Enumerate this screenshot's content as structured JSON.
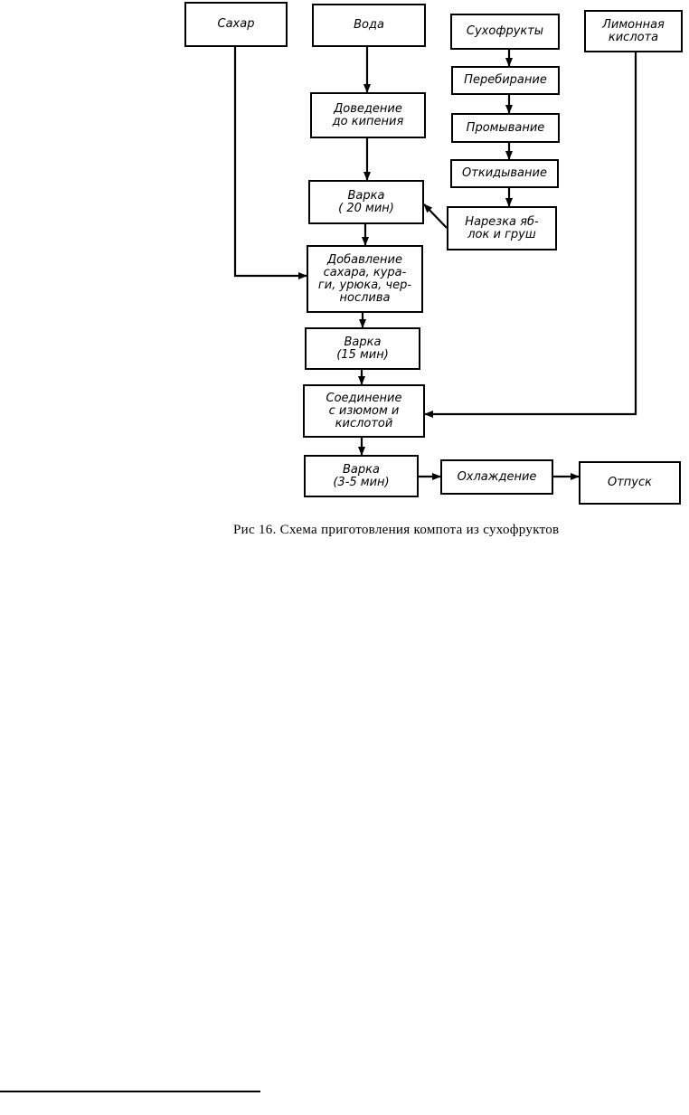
{
  "diagram": {
    "nodes": {
      "sugar": "Сахар",
      "water": "Вода",
      "dried_fruits": "Сухофрукты",
      "citric_acid": "Лимонная\nкислота",
      "bring_to_boil": "Доведение\nдо кипения",
      "sorting": "Перебирание",
      "washing": "Промывание",
      "draining": "Откидывание",
      "boil_20": "Варка\n( 20 мин)",
      "slicing": "Нарезка яб-\nлок и груш",
      "adding": "Добавление\nсахара, кура-\nги, урюка, чер-\nнослива",
      "boil_15": "Варка\n(15 мин)",
      "combining": "Соединение\nс изюмом и\nкислотой",
      "boil_3_5": "Варка\n(3-5 мин)",
      "cooling": "Охлаждение",
      "serving": "Отпуск"
    }
  },
  "caption": "Рис  16. Схема приготовления компота  из сухофруктов"
}
